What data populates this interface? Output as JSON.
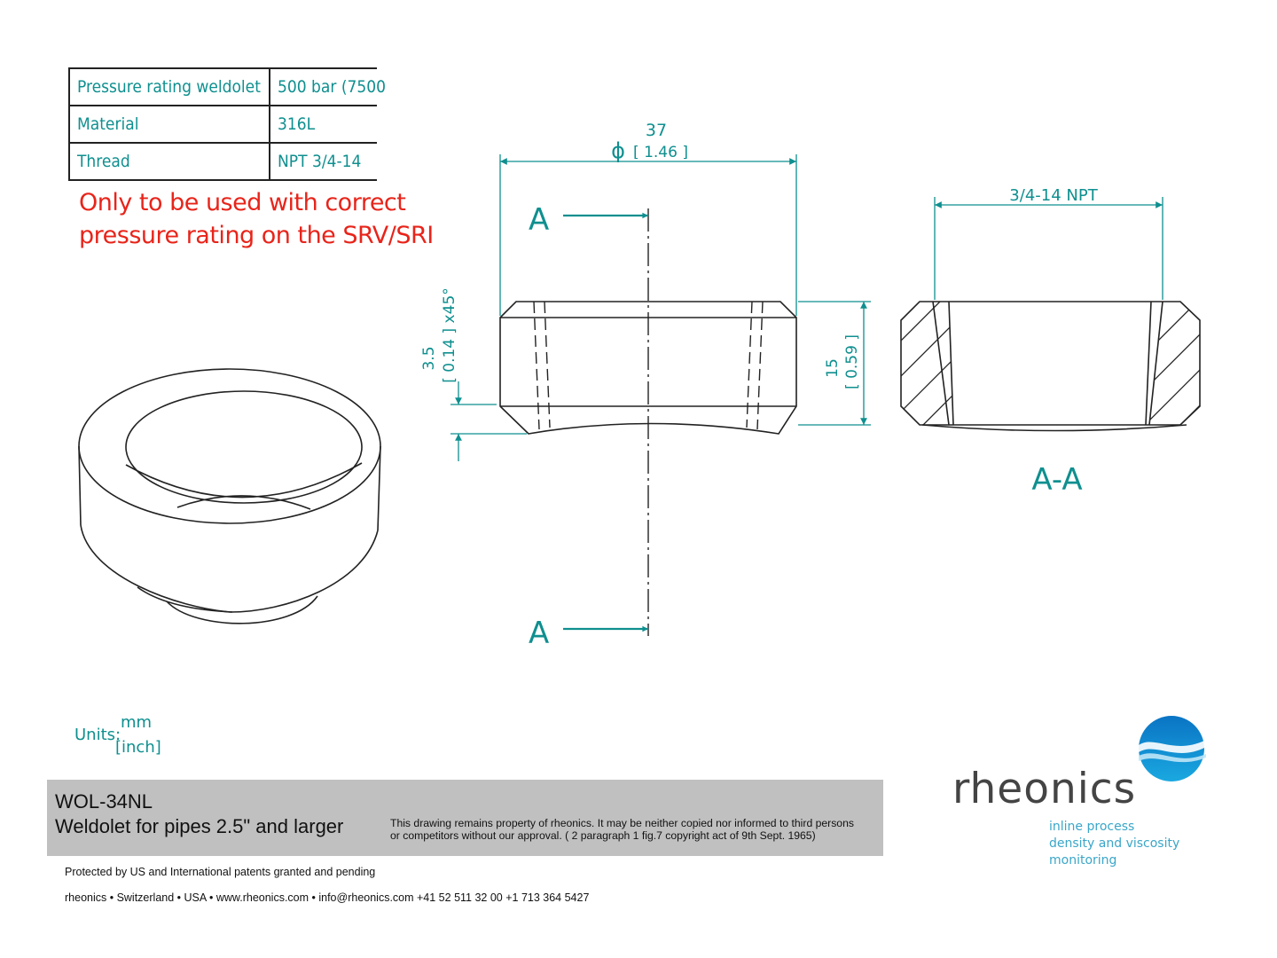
{
  "specs": [
    {
      "label": "Pressure rating weldolet",
      "value": "500 bar (7500"
    },
    {
      "label": "Material",
      "value": "316L"
    },
    {
      "label": "Thread",
      "value": "NPT 3/4-14"
    }
  ],
  "warning": {
    "line1": "Only to be used with correct",
    "line2": "pressure rating on the SRV/SRI"
  },
  "dimensions": {
    "diameter_mm": "37",
    "diameter_inch": "[ 1.46 ]",
    "diameter_symbol": "ϕ",
    "chamfer_mm": "3.5",
    "chamfer_inch": "[ 0.14 ] x45°",
    "height_mm": "15",
    "height_inch": "[ 0.59 ]",
    "thread": "3/4-14 NPT"
  },
  "section": {
    "marker_top": "A",
    "marker_bottom": "A",
    "label": "A-A"
  },
  "units": {
    "label": "Units:",
    "mm": "mm",
    "inch": "[inch]"
  },
  "title_block": {
    "code": "WOL-34NL",
    "description": "Weldolet for pipes 2.5\" and larger",
    "legal_line1": "This drawing remains property of rheonics. It may be neither copied nor informed to third persons",
    "legal_line2": "or competitors without our approval. ( 2 paragraph 1 fig.7 copyright act of 9th Sept. 1965)"
  },
  "footer": {
    "patents": "Protected by US and International patents granted and pending",
    "contact": "rheonics • Switzerland • USA • www.rheonics.com • info@rheonics.com +41 52 511 32 00 +1 713 364 5427"
  },
  "brand": {
    "name": "rheonics",
    "tagline1": "inline process",
    "tagline2": "density and viscosity",
    "tagline3": "monitoring"
  },
  "colors": {
    "dimension": "#0f8f8f",
    "warning": "#e8241a",
    "outline": "#222222",
    "brand_blue": "#1a8fd6"
  }
}
